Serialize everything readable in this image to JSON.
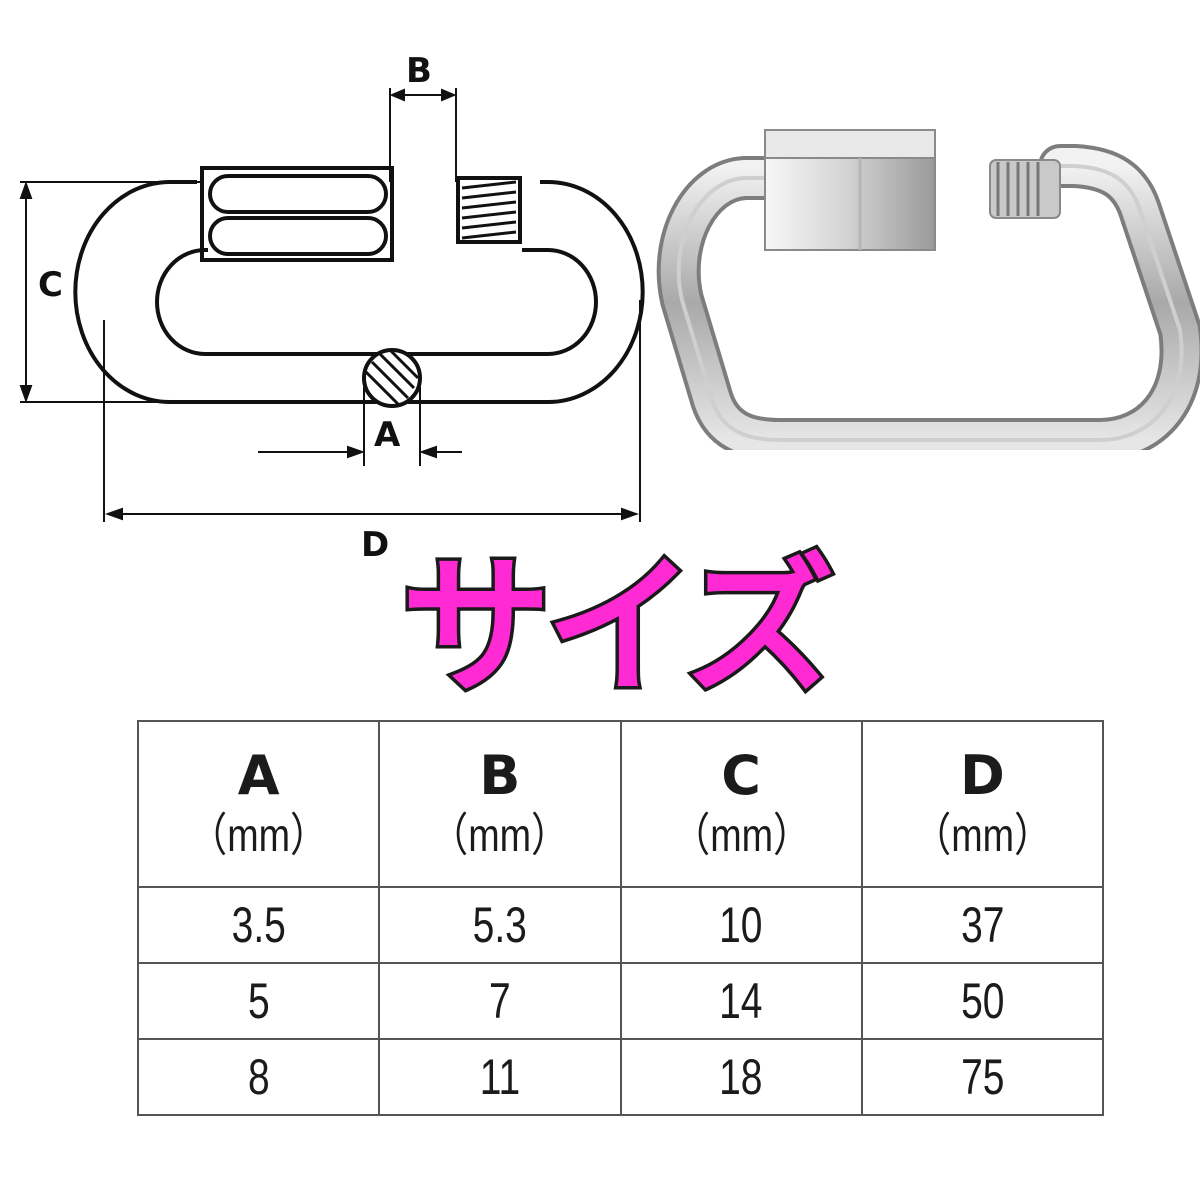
{
  "diagram": {
    "labels": {
      "a": "A",
      "b": "B",
      "c": "C",
      "d": "D"
    }
  },
  "heading": "サイズ",
  "table": {
    "columns": [
      {
        "letter": "A",
        "unit": "（mm）"
      },
      {
        "letter": "B",
        "unit": "（mm）"
      },
      {
        "letter": "C",
        "unit": "（mm）"
      },
      {
        "letter": "D",
        "unit": "（mm）"
      }
    ],
    "rows": [
      [
        "3.5",
        "5.3",
        "10",
        "37"
      ],
      [
        "5",
        "7",
        "14",
        "50"
      ],
      [
        "8",
        "11",
        "18",
        "75"
      ]
    ]
  },
  "colors": {
    "heading": "#ff2ad4",
    "heading_outline": "#1a1a1a",
    "table_border": "#555555"
  }
}
